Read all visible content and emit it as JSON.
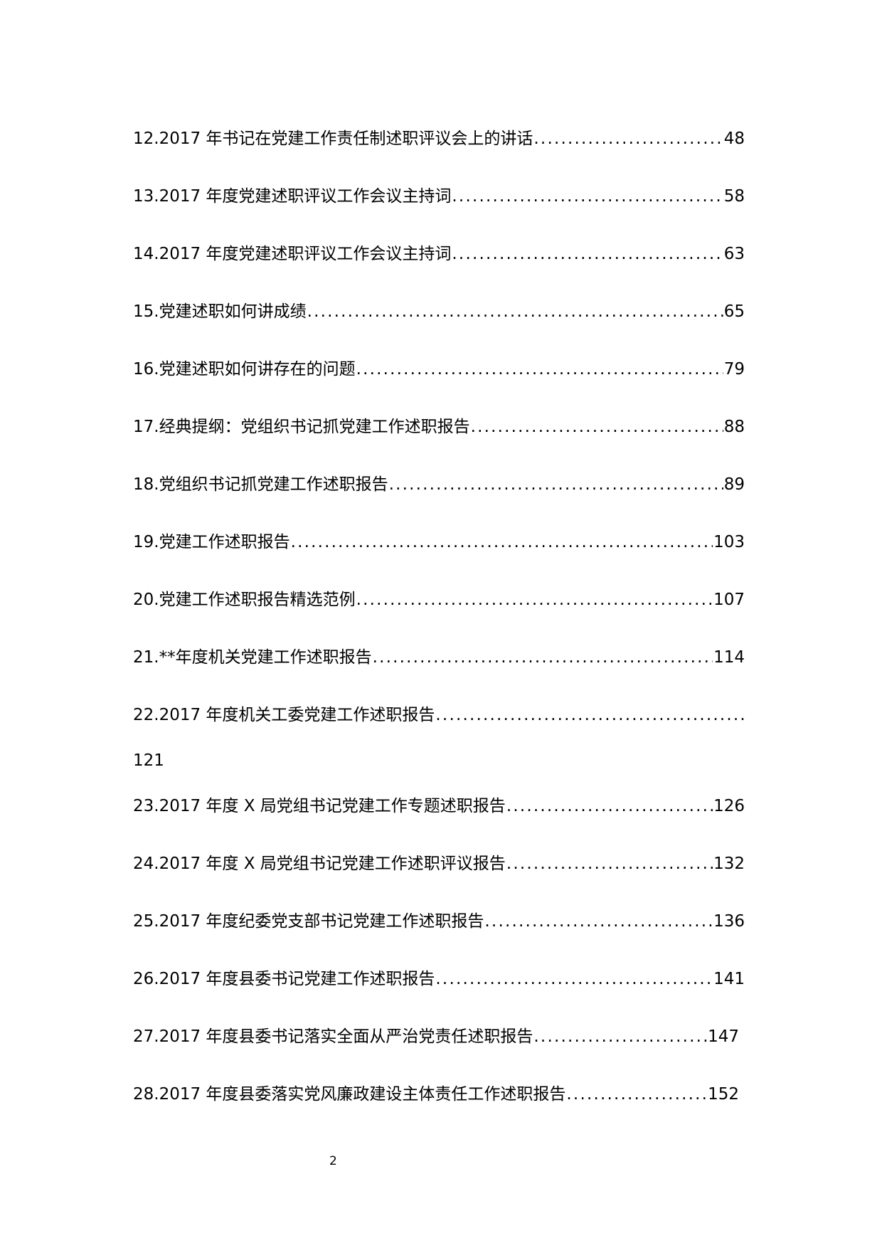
{
  "document": {
    "type": "table-of-contents-page",
    "page_number": "2"
  },
  "toc": {
    "entries": [
      {
        "title": "12.2017 年书记在党建工作责任制述职评议会上的讲话",
        "page": "48"
      },
      {
        "title": "13.2017 年度党建述职评议工作会议主持词",
        "page": "58"
      },
      {
        "title": "14.2017 年度党建述职评议工作会议主持词",
        "page": "63"
      },
      {
        "title": "15.党建述职如何讲成绩",
        "page": "65"
      },
      {
        "title": "16.党建述职如何讲存在的问题",
        "page": "79"
      },
      {
        "title": "17.经典提纲：党组织书记抓党建工作述职报告",
        "page": "88"
      },
      {
        "title": "18.党组织书记抓党建工作述职报告",
        "page": "89"
      },
      {
        "title": "19.党建工作述职报告",
        "page": "103"
      },
      {
        "title": "20.党建工作述职报告精选范例",
        "page": "107"
      },
      {
        "title": "21.**年度机关党建工作述职报告",
        "page": "114"
      },
      {
        "title": "22.2017 年度机关工委党建工作述职报告",
        "page": "121"
      },
      {
        "title": "23.2017 年度 X 局党组书记党建工作专题述职报告",
        "page": "126"
      },
      {
        "title": "24.2017 年度 X 局党组书记党建工作述职评议报告",
        "page": "132"
      },
      {
        "title": "25.2017 年度纪委党支部书记党建工作述职报告",
        "page": "136"
      },
      {
        "title": "26.2017 年度县委书记党建工作述职报告",
        "page": "141"
      },
      {
        "title": "27.2017 年度县委书记落实全面从严治党责任述职报告",
        "page": "147"
      },
      {
        "title": "28.2017 年度县委落实党风廉政建设主体责任工作述职报告",
        "page": "152"
      }
    ]
  }
}
